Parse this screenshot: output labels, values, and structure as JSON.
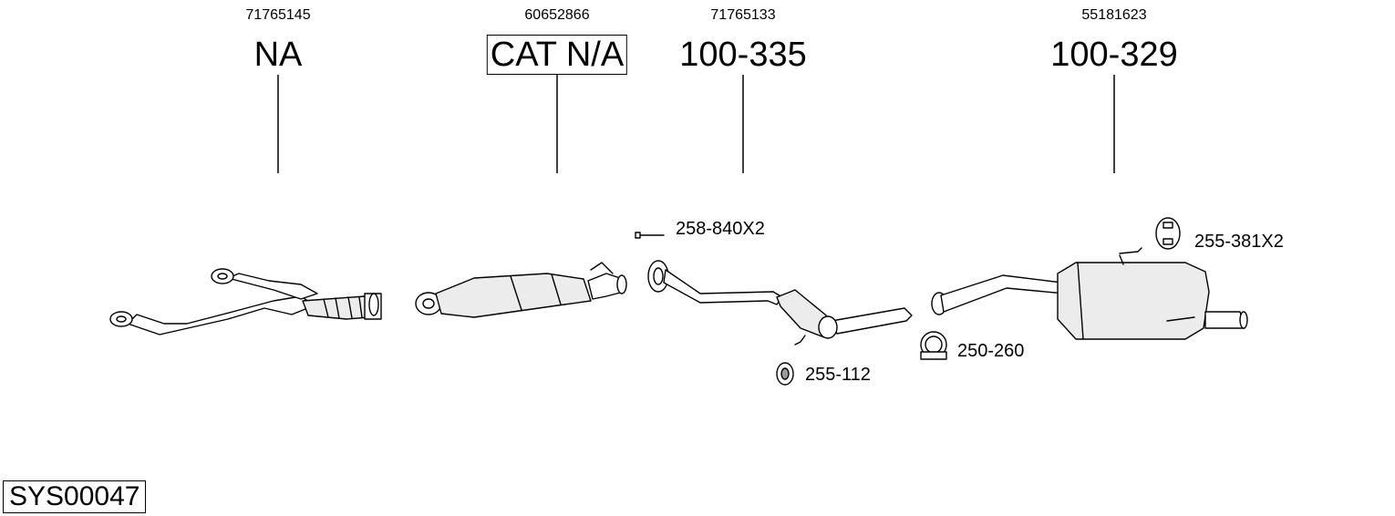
{
  "parts": [
    {
      "oe_number": "71765145",
      "ref": "NA",
      "boxed": false
    },
    {
      "oe_number": "60652866",
      "ref": "CAT N/A",
      "boxed": true
    },
    {
      "oe_number": "71765133",
      "ref": "100-335",
      "boxed": false
    },
    {
      "oe_number": "55181623",
      "ref": "100-329",
      "boxed": false
    }
  ],
  "accessories": [
    {
      "ref": "258-840X2",
      "icon": "bolt-icon"
    },
    {
      "ref": "255-381X2",
      "icon": "rubber-hanger-icon"
    },
    {
      "ref": "250-260",
      "icon": "clamp-icon"
    },
    {
      "ref": "255-112",
      "icon": "mounting-ring-icon"
    }
  ],
  "system_id": "SYS00047"
}
